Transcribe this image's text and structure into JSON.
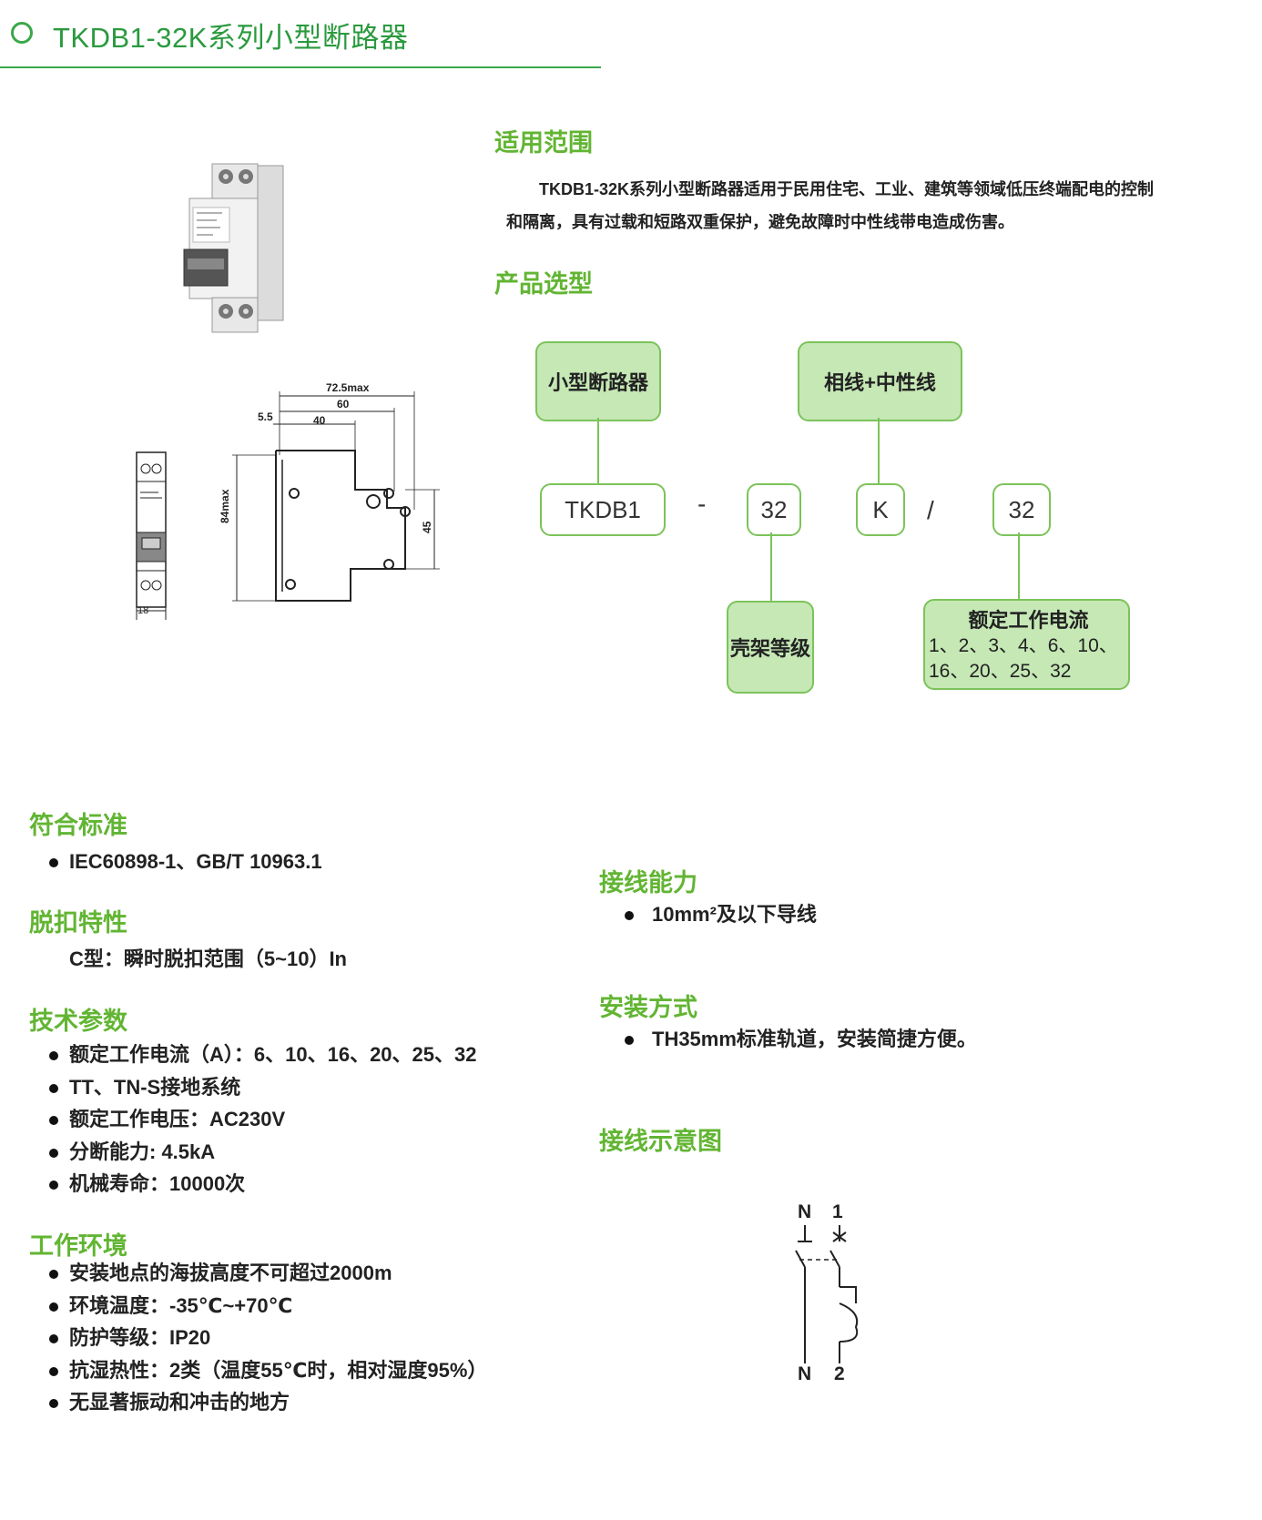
{
  "header": {
    "title": "TKDB1-32K系列小型断路器"
  },
  "application": {
    "heading": "适用范围",
    "line1": "TKDB1-32K系列小型断路器适用于民用住宅、工业、建筑等领域低压终端配电的控制",
    "line2": "和隔离，具有过载和短路双重保护，避免故障时中性线带电造成伤害。"
  },
  "selection": {
    "heading": "产品选型",
    "label_breaker": "小型断路器",
    "label_phase": "相线+中性线",
    "code_model": "TKDB1",
    "dash": "-",
    "code_frame": "32",
    "code_k": "K",
    "slash": "/",
    "code_current": "32",
    "label_frame": "壳架等级",
    "label_current_title": "额定工作电流",
    "label_current_values_1": "1、2、3、4、6、10、",
    "label_current_values_2": "16、20、25、32"
  },
  "dimensions": {
    "d_72_5": "72.5max",
    "d_60": "60",
    "d_5_5": "5.5",
    "d_40": "40",
    "d_84": "84max",
    "d_45": "45",
    "d_18": "18"
  },
  "standards": {
    "heading": "符合标准",
    "items": [
      "IEC60898-1、GB/T 10963.1"
    ]
  },
  "tripping": {
    "heading": "脱扣特性",
    "text": "C型：瞬时脱扣范围（5~10）In"
  },
  "tech": {
    "heading": "技术参数",
    "items": [
      "额定工作电流（A）：6、10、16、20、25、32",
      "TT、TN-S接地系统",
      "额定工作电压：AC230V",
      "分断能力: 4.5kA",
      "机械寿命：10000次"
    ]
  },
  "environment": {
    "heading": "工作环境",
    "items": [
      "安装地点的海拔高度不可超过2000m",
      "环境温度：-35℃~+70℃",
      "防护等级：IP20",
      "抗湿热性：2类（温度55℃时，相对湿度95%）",
      "无显著振动和冲击的地方"
    ]
  },
  "wiring_capacity": {
    "heading": "接线能力",
    "items": [
      "10mm²及以下导线"
    ]
  },
  "installation": {
    "heading": "安装方式",
    "items": [
      "TH35mm标准轨道，安装简捷方便。"
    ]
  },
  "wiring_diagram": {
    "heading": "接线示意图",
    "top_n": "N",
    "top_1": "1",
    "bottom_n": "N",
    "bottom_2": "2"
  }
}
